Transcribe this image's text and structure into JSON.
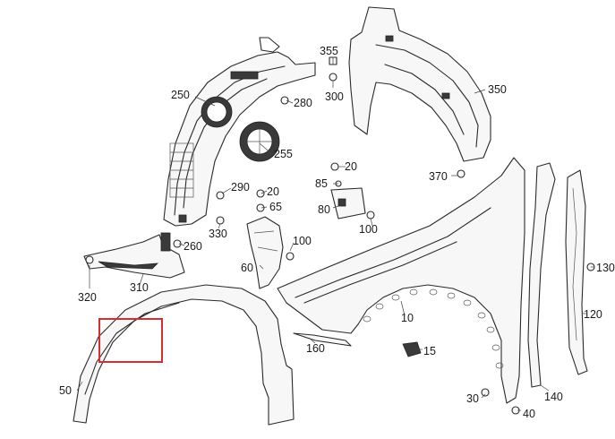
{
  "diagram": {
    "callouts": {
      "c10": "10",
      "c15": "15",
      "c20a": "20",
      "c20b": "20",
      "c30": "30",
      "c40": "40",
      "c50": "50",
      "c60": "60",
      "c65": "65",
      "c80": "80",
      "c85": "85",
      "c100a": "100",
      "c100b": "100",
      "c120": "120",
      "c130": "130",
      "c140": "140",
      "c160": "160",
      "c250": "250",
      "c255": "255",
      "c260": "260",
      "c280": "280",
      "c290": "290",
      "c300": "300",
      "c310": "310",
      "c320": "320",
      "c330": "330",
      "c350": "350",
      "c355": "355",
      "c370": "370"
    },
    "highlight_color": "#d32f2f"
  }
}
